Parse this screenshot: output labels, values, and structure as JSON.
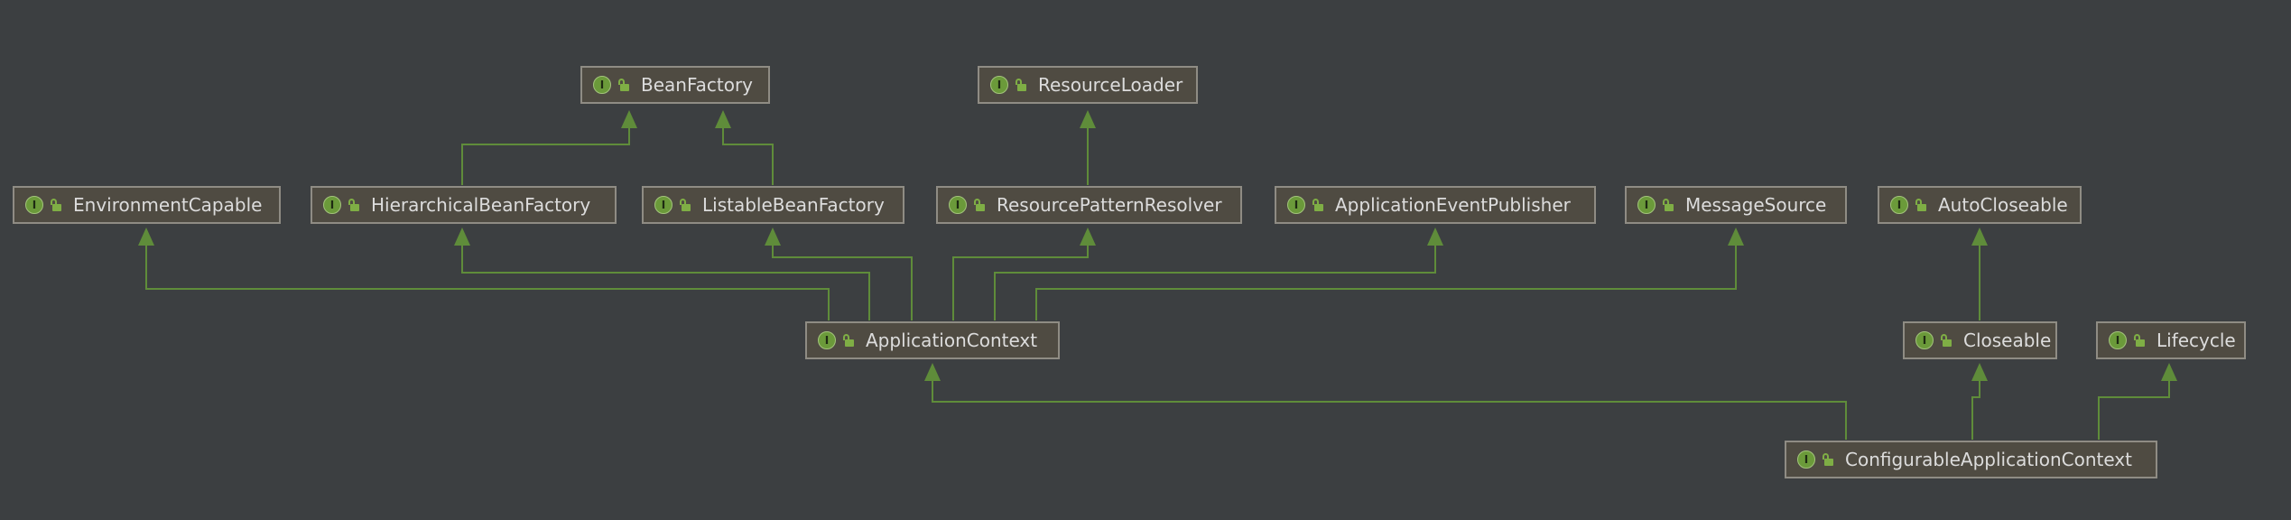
{
  "diagram": {
    "colors": {
      "background": "#3c3f41",
      "node_fill": "#4f4b42",
      "node_border": "#8f8c84",
      "edge": "#5f8c3a",
      "badge": "#6b9a3a",
      "label_text": "#dcdcdc"
    },
    "icons": {
      "interface_badge": "interface-icon",
      "access": "lock-icon"
    },
    "badge_text": "I",
    "nodes": {
      "bean_factory": "BeanFactory",
      "resource_loader": "ResourceLoader",
      "environment_capable": "EnvironmentCapable",
      "hierarchical_bean_factory": "HierarchicalBeanFactory",
      "listable_bean_factory": "ListableBeanFactory",
      "resource_pattern_resolver": "ResourcePatternResolver",
      "application_event_publisher": "ApplicationEventPublisher",
      "message_source": "MessageSource",
      "auto_closeable": "AutoCloseable",
      "application_context": "ApplicationContext",
      "closeable": "Closeable",
      "lifecycle": "Lifecycle",
      "configurable_application_context": "ConfigurableApplicationContext"
    },
    "edges": [
      {
        "from": "HierarchicalBeanFactory",
        "to": "BeanFactory"
      },
      {
        "from": "ListableBeanFactory",
        "to": "BeanFactory"
      },
      {
        "from": "ResourcePatternResolver",
        "to": "ResourceLoader"
      },
      {
        "from": "ApplicationContext",
        "to": "EnvironmentCapable"
      },
      {
        "from": "ApplicationContext",
        "to": "HierarchicalBeanFactory"
      },
      {
        "from": "ApplicationContext",
        "to": "ListableBeanFactory"
      },
      {
        "from": "ApplicationContext",
        "to": "ResourcePatternResolver"
      },
      {
        "from": "ApplicationContext",
        "to": "ApplicationEventPublisher"
      },
      {
        "from": "ApplicationContext",
        "to": "MessageSource"
      },
      {
        "from": "Closeable",
        "to": "AutoCloseable"
      },
      {
        "from": "ConfigurableApplicationContext",
        "to": "ApplicationContext"
      },
      {
        "from": "ConfigurableApplicationContext",
        "to": "Closeable"
      },
      {
        "from": "ConfigurableApplicationContext",
        "to": "Lifecycle"
      }
    ]
  }
}
